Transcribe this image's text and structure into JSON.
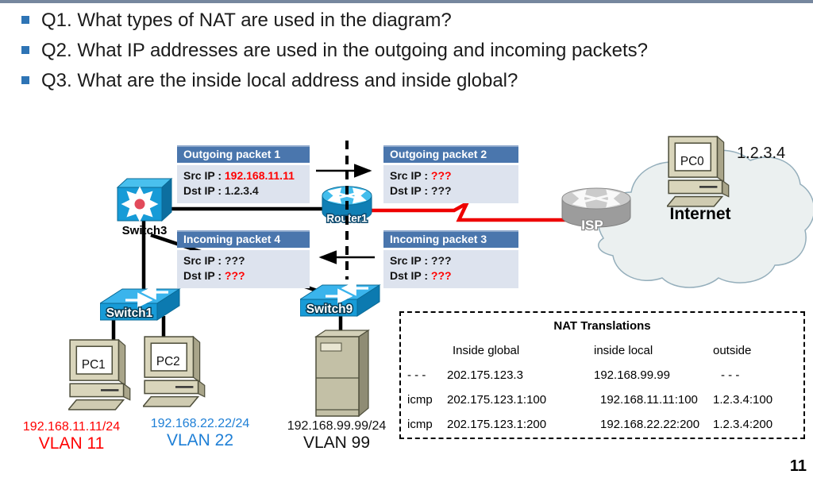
{
  "slide": {
    "page_number": "11"
  },
  "questions": [
    "Q1. What types of NAT are used in the diagram?",
    "Q2. What IP addresses are used in the outgoing and incoming packets?",
    "Q3. What are the inside local address and inside global?"
  ],
  "packet_boxes": {
    "sep": " : ",
    "outgoing1": {
      "title": "Outgoing packet 1",
      "src_label": "Src IP",
      "src_value": "192.168.11.11",
      "dst_label": "Dst IP",
      "dst_value": "1.2.3.4"
    },
    "outgoing2": {
      "title": "Outgoing packet 2",
      "src_label": "Src IP",
      "src_value": "???",
      "dst_label": "Dst IP",
      "dst_value": "???"
    },
    "incoming4": {
      "title": "Incoming packet 4",
      "src_label": "Src IP",
      "src_value": "???",
      "dst_label": "Dst IP",
      "dst_value": "???"
    },
    "incoming3": {
      "title": "Incoming packet 3",
      "src_label": "Src IP",
      "src_value": "???",
      "dst_label": "Dst IP",
      "dst_value": "???"
    }
  },
  "devices": {
    "switch3": "Switch3",
    "switch1": "Switch1",
    "switch9": "Switch9",
    "router1": "Router1",
    "isp": "ISP",
    "pc0": "PC0",
    "pc1": "PC1",
    "pc2": "PC2",
    "internet_label": "Internet",
    "pc0_ip": "1.2.3.4"
  },
  "network_labels": [
    {
      "ip": "192.168.11.11/24",
      "vlan": "VLAN 11",
      "color": "#ff0000"
    },
    {
      "ip": "192.168.22.22/24",
      "vlan": "VLAN 22",
      "color": "#1e7fd6"
    },
    {
      "ip": "192.168.99.99/24",
      "vlan": "VLAN 99",
      "color": "#111111"
    }
  ],
  "nat_table": {
    "title": "NAT Translations",
    "col_headers": [
      "Inside global",
      "inside local",
      "outside"
    ],
    "rows": [
      {
        "proto": "- - -",
        "inside_global": "202.175.123.3",
        "inside_local": "192.168.99.99",
        "outside": "- - -"
      },
      {
        "proto": "icmp",
        "inside_global": "202.175.123.1:100",
        "inside_local": "192.168.11.11:100",
        "outside": "1.2.3.4:100"
      },
      {
        "proto": "icmp",
        "inside_global": "202.175.123.1:200",
        "inside_local": "192.168.22.22:200",
        "outside": "1.2.3.4:200"
      }
    ]
  },
  "colors": {
    "packet_header_bg": "#4a76ad",
    "packet_body_bg": "#dde3ee",
    "highlight_red": "#ff0000",
    "link_red": "#ee0000",
    "bullet_blue": "#2e74b5"
  }
}
